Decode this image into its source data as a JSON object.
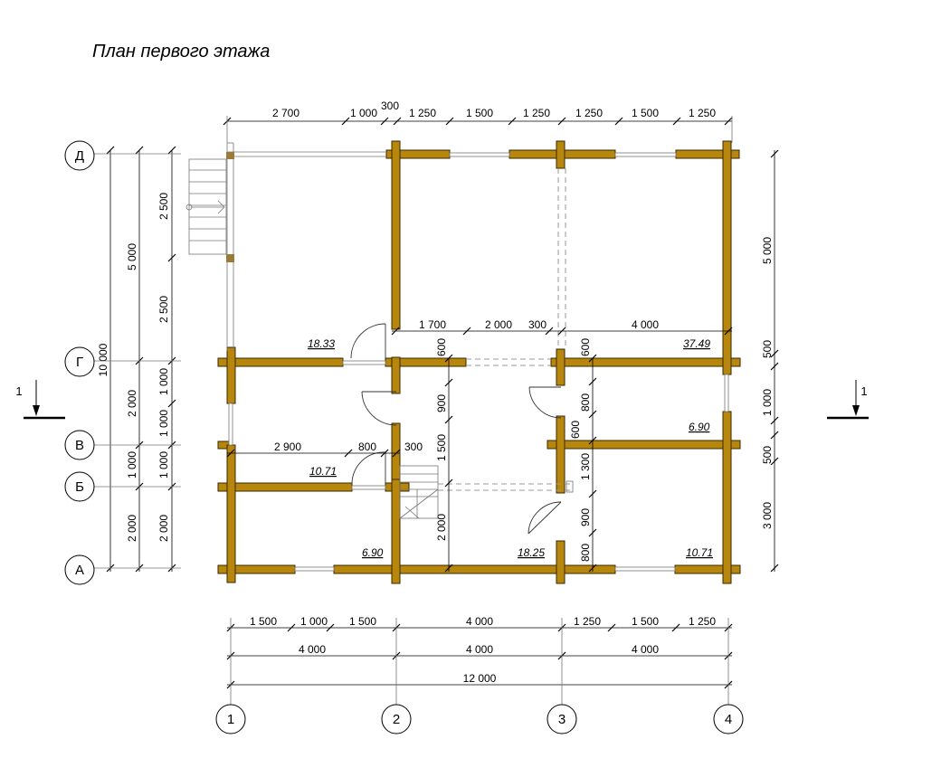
{
  "title": "План первого этажа",
  "axes": {
    "columns": [
      "1",
      "2",
      "3",
      "4"
    ],
    "rows": [
      "Д",
      "Г",
      "В",
      "Б",
      "А"
    ]
  },
  "section_mark": "1",
  "dims_top": [
    "2 700",
    "1 000",
    "300",
    "1 250",
    "1 500",
    "1 250",
    "1 250",
    "1 500",
    "1 250"
  ],
  "dims_bottom_1": [
    "1 500",
    "1 000",
    "1 500",
    "4 000",
    "1 250",
    "1 500",
    "1 250"
  ],
  "dims_bottom_2": [
    "4 000",
    "4 000",
    "4 000"
  ],
  "dims_bottom_total": "12 000",
  "dims_left_1": [
    "2 500",
    "2 500",
    "1 000",
    "1 000",
    "1 000",
    "2 000"
  ],
  "dims_left_2": [
    "5 000",
    "2 000",
    "1 000",
    "2 000"
  ],
  "dims_left_total": "10 000",
  "dims_right": [
    "5 000",
    "500",
    "1 000",
    "500",
    "3 000"
  ],
  "dims_inner_top": [
    "1 700",
    "2 000",
    "300",
    "4 000"
  ],
  "dims_inner_mid": [
    "2 900",
    "800",
    "300"
  ],
  "dims_inner_vert_col2": [
    "600",
    "900",
    "1 500",
    "2 000"
  ],
  "dims_inner_vert_col3a": [
    "600",
    "800",
    "600"
  ],
  "dims_inner_vert_col3b": [
    "1 300",
    "900",
    "800"
  ],
  "areas": [
    "18.33",
    "37.49",
    "6.90",
    "10.71",
    "6.90",
    "18.25",
    "10.71"
  ],
  "colors": {
    "wall": "#b7860c",
    "wall_outline": "#3a2a00",
    "line": "#000000"
  }
}
